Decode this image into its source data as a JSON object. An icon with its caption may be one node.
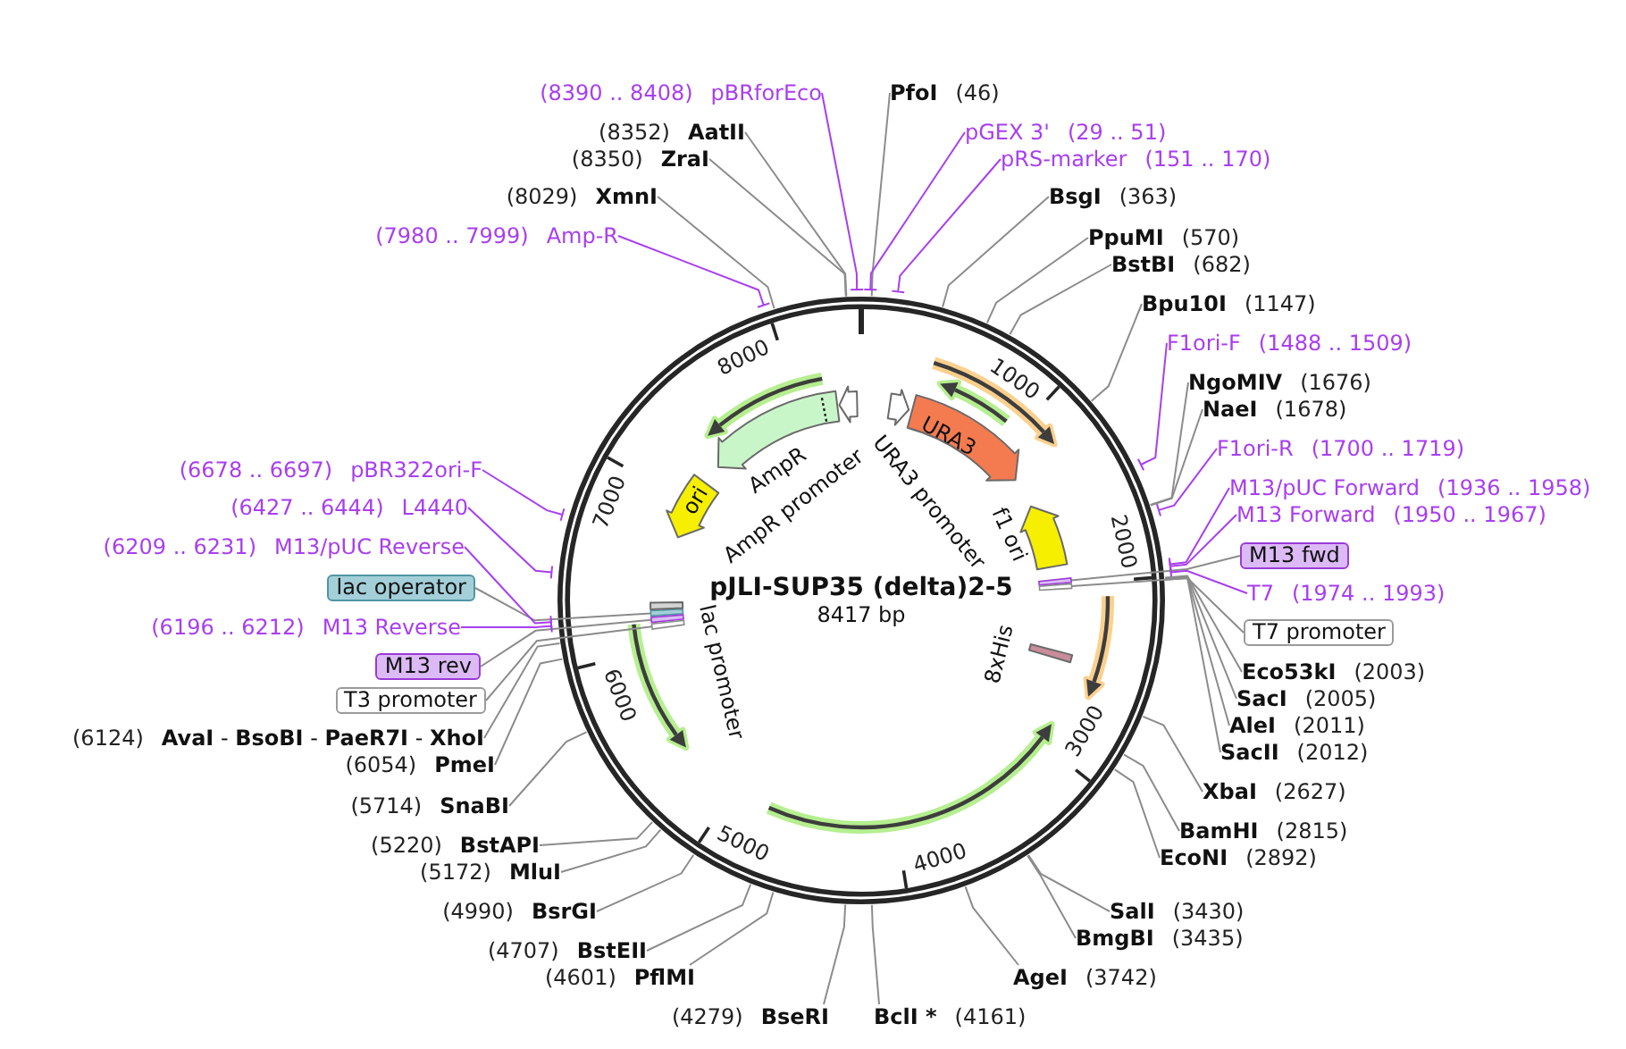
{
  "diagram": {
    "title": "pJLI-SUP35 (delta)2-5",
    "nodes": [
      {
        "text": [
          "PfoI",
          "(46)"
        ]
      },
      {
        "text": [
          "pGEX 3'",
          "(29 .. 51)"
        ]
      },
      {
        "text": [
          "pRS-marker",
          "(151 .. 170)"
        ]
      },
      {
        "text": [
          "BsgI",
          "(363)"
        ]
      },
      {
        "text": [
          "PpuMI",
          "(570)"
        ]
      },
      {
        "text": [
          "BstBI",
          "(682)"
        ]
      },
      {
        "text": [
          "Bpu10I",
          "(1147)"
        ]
      },
      {
        "text": [
          "F1ori-F",
          "(1488 .. 1509)"
        ]
      },
      {
        "text": [
          "NgoMIV",
          "(1676)"
        ]
      },
      {
        "text": [
          "NaeI",
          "(1678)"
        ]
      },
      {
        "text": [
          "F1ori-R",
          "(1700 .. 1719)"
        ]
      },
      {
        "text": [
          "M13/pUC Forward",
          "(1936 .. 1958)"
        ]
      },
      {
        "text": [
          "M13 Forward",
          "(1950 .. 1967)"
        ]
      },
      {
        "text": [
          "M13 fwd"
        ]
      },
      {
        "text": [
          "T7",
          "(1974 .. 1993)"
        ]
      },
      {
        "text": [
          "T7 promoter"
        ]
      },
      {
        "text": [
          "Eco53kI",
          "(2003)"
        ]
      },
      {
        "text": [
          "SacI",
          "(2005)"
        ]
      },
      {
        "text": [
          "AleI",
          "(2011)"
        ]
      },
      {
        "text": [
          "SacII",
          "(2012)"
        ]
      },
      {
        "text": [
          "XbaI",
          "(2627)"
        ]
      },
      {
        "text": [
          "BamHI",
          "(2815)"
        ]
      },
      {
        "text": [
          "EcoNI",
          "(2892)"
        ]
      },
      {
        "text": [
          "SalI",
          "(3430)"
        ]
      },
      {
        "text": [
          "BmgBI",
          "(3435)"
        ]
      },
      {
        "text": [
          "AgeI",
          "(3742)"
        ]
      },
      {
        "text": [
          "BclI *",
          "(4161)"
        ]
      },
      {
        "text": [
          "(4279)",
          "BseRI"
        ]
      },
      {
        "text": [
          "(4601)",
          "PflMI"
        ]
      },
      {
        "text": [
          "(4707)",
          "BstEII"
        ]
      },
      {
        "text": [
          "(4990)",
          "BsrGI"
        ]
      },
      {
        "text": [
          "(5172)",
          "MluI"
        ]
      },
      {
        "text": [
          "(5220)",
          "BstAPI"
        ]
      },
      {
        "text": [
          "(5714)",
          "SnaBI"
        ]
      },
      {
        "text": [
          "(6054)",
          "PmeI"
        ]
      },
      {
        "text": [
          "(6124)",
          "**AvaI** - **BsoBI** - **PaeR7I** - **XhoI**"
        ]
      },
      {
        "text": [
          "T3 promoter"
        ]
      },
      {
        "text": [
          "M13 rev"
        ]
      },
      {
        "text": [
          "(6196 .. 6212)",
          "M13 Reverse"
        ]
      },
      {
        "text": [
          "lac operator"
        ]
      },
      {
        "text": [
          "(6209 .. 6231)",
          "M13/pUC Reverse"
        ]
      },
      {
        "text": [
          "(6427 .. 6444)",
          "L4440"
        ]
      },
      {
        "text": [
          "(6678 .. 6697)",
          "pBR322ori-F"
        ]
      },
      {
        "text": [
          "(7980 .. 7999)",
          "Amp-R"
        ]
      },
      {
        "text": [
          "(8029)",
          "XmnI"
        ]
      },
      {
        "text": [
          "(8350)",
          "ZraI"
        ]
      },
      {
        "text": [
          "(8352)",
          "AatII"
        ]
      },
      {
        "text": [
          "(8390 .. 8408)",
          "pBRforEco"
        ]
      },
      {
        "text": [
          "URA3 promoter"
        ]
      },
      {
        "text": [
          "URA3"
        ]
      },
      {
        "text": [
          "f1 ori"
        ]
      },
      {
        "text": [
          "8xHis"
        ]
      },
      {
        "text": [
          "lac promoter"
        ]
      },
      {
        "text": [
          "ori"
        ]
      },
      {
        "text": [
          "AmpR"
        ]
      },
      {
        "text": [
          "AmpR promoter"
        ]
      },
      {
        "text": [],
        "shape": "bar"
      },
      {
        "text": [],
        "shape": "bar"
      },
      {
        "text": [],
        "shape": "bar"
      },
      {
        "text": [],
        "shape": "bar"
      },
      {
        "text": [],
        "shape": "bar"
      }
    ],
    "edges": [
      {
        "from": 0,
        "to": null,
        "arrow": "none"
      },
      {
        "from": 1,
        "to": null,
        "arrow": "none",
        "color": "#a83ef0"
      },
      {
        "from": 2,
        "to": null,
        "arrow": "none",
        "color": "#a83ef0"
      },
      {
        "from": 3,
        "to": null,
        "arrow": "none"
      },
      {
        "from": 4,
        "to": null,
        "arrow": "none"
      },
      {
        "from": 5,
        "to": null,
        "arrow": "none"
      },
      {
        "from": 6,
        "to": null,
        "arrow": "none"
      },
      {
        "from": 7,
        "to": null,
        "arrow": "none",
        "color": "#a83ef0"
      },
      {
        "from": 8,
        "to": null,
        "arrow": "none"
      },
      {
        "from": 9,
        "to": null,
        "arrow": "none"
      },
      {
        "from": 10,
        "to": null,
        "arrow": "none",
        "color": "#a83ef0"
      },
      {
        "from": 11,
        "to": null,
        "arrow": "none",
        "color": "#a83ef0"
      },
      {
        "from": 12,
        "to": null,
        "arrow": "none",
        "color": "#a83ef0"
      },
      {
        "from": 13,
        "to": 59,
        "arrow": "none"
      },
      {
        "from": 14,
        "to": null,
        "arrow": "none",
        "color": "#a83ef0"
      },
      {
        "from": 15,
        "to": 60,
        "arrow": "none"
      },
      {
        "from": 16,
        "to": null,
        "arrow": "none"
      },
      {
        "from": 17,
        "to": null,
        "arrow": "none"
      },
      {
        "from": 18,
        "to": null,
        "arrow": "none"
      },
      {
        "from": 19,
        "to": null,
        "arrow": "none"
      },
      {
        "from": 20,
        "to": null,
        "arrow": "none"
      },
      {
        "from": 21,
        "to": null,
        "arrow": "none"
      },
      {
        "from": 22,
        "to": null,
        "arrow": "none"
      },
      {
        "from": 23,
        "to": null,
        "arrow": "none"
      },
      {
        "from": 24,
        "to": null,
        "arrow": "none"
      },
      {
        "from": 25,
        "to": null,
        "arrow": "none"
      },
      {
        "from": 26,
        "to": null,
        "arrow": "none"
      },
      {
        "from": 27,
        "to": null,
        "arrow": "none"
      },
      {
        "from": 28,
        "to": null,
        "arrow": "none"
      },
      {
        "from": 29,
        "to": null,
        "arrow": "none"
      },
      {
        "from": 30,
        "to": null,
        "arrow": "none"
      },
      {
        "from": 31,
        "to": null,
        "arrow": "none"
      },
      {
        "from": 32,
        "to": null,
        "arrow": "none"
      },
      {
        "from": 33,
        "to": null,
        "arrow": "none"
      },
      {
        "from": 34,
        "to": null,
        "arrow": "none"
      },
      {
        "from": 35,
        "to": null,
        "arrow": "none"
      },
      {
        "from": 36,
        "to": 58,
        "arrow": "none"
      },
      {
        "from": 37,
        "to": 57,
        "arrow": "none"
      },
      {
        "from": 38,
        "to": null,
        "arrow": "none",
        "color": "#a83ef0"
      },
      {
        "from": 39,
        "to": 56,
        "arrow": "none"
      },
      {
        "from": 40,
        "to": null,
        "arrow": "none",
        "color": "#a83ef0"
      },
      {
        "from": 41,
        "to": null,
        "arrow": "none",
        "color": "#a83ef0"
      },
      {
        "from": 42,
        "to": null,
        "arrow": "none",
        "color": "#a83ef0"
      },
      {
        "from": 43,
        "to": null,
        "arrow": "none",
        "color": "#a83ef0"
      },
      {
        "from": 44,
        "to": null,
        "arrow": "none"
      },
      {
        "from": 45,
        "to": null,
        "arrow": "none"
      },
      {
        "from": 46,
        "to": null,
        "arrow": "none"
      },
      {
        "from": 47,
        "to": null,
        "arrow": "none",
        "color": "#a83ef0"
      }
    ],
    "labels": [
      "1000",
      "2000",
      "3000",
      "4000",
      "5000",
      "6000",
      "7000",
      "8000",
      "8417 bp"
    ]
  }
}
